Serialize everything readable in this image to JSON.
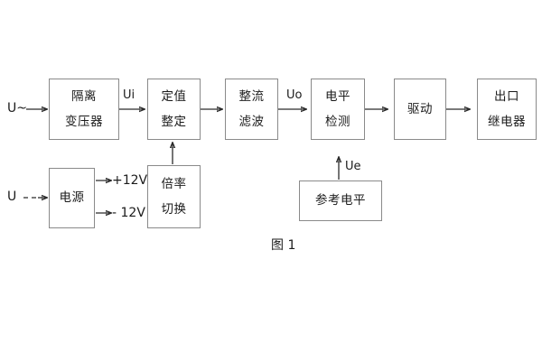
{
  "figure": {
    "caption": "图 1",
    "border_color": "#8a8a8a",
    "wire_color": "#2b2b2b",
    "background": "#ffffff"
  },
  "blocks": [
    {
      "id": "isolation-transformer",
      "lines": [
        "隔离",
        "变压器"
      ]
    },
    {
      "id": "setting-value",
      "lines": [
        "定值",
        "整定"
      ]
    },
    {
      "id": "rectify-filter",
      "lines": [
        "整流",
        "滤波"
      ]
    },
    {
      "id": "level-detect",
      "lines": [
        "电平",
        "检测"
      ]
    },
    {
      "id": "drive",
      "lines": [
        "驱动"
      ]
    },
    {
      "id": "output-relay",
      "lines": [
        "出口",
        "继电器"
      ]
    },
    {
      "id": "power-supply",
      "lines": [
        "电源"
      ]
    },
    {
      "id": "multiplier-switch",
      "lines": [
        "倍率",
        "切换"
      ]
    },
    {
      "id": "reference-level",
      "lines": [
        "参考电平"
      ]
    }
  ],
  "labels": {
    "input_ac": "U~",
    "input_dc": "U",
    "signal_ui": "Ui",
    "signal_uo": "Uo",
    "signal_ue": "Ue",
    "rail_positive": "+12V",
    "rail_negative": "- 12V"
  }
}
